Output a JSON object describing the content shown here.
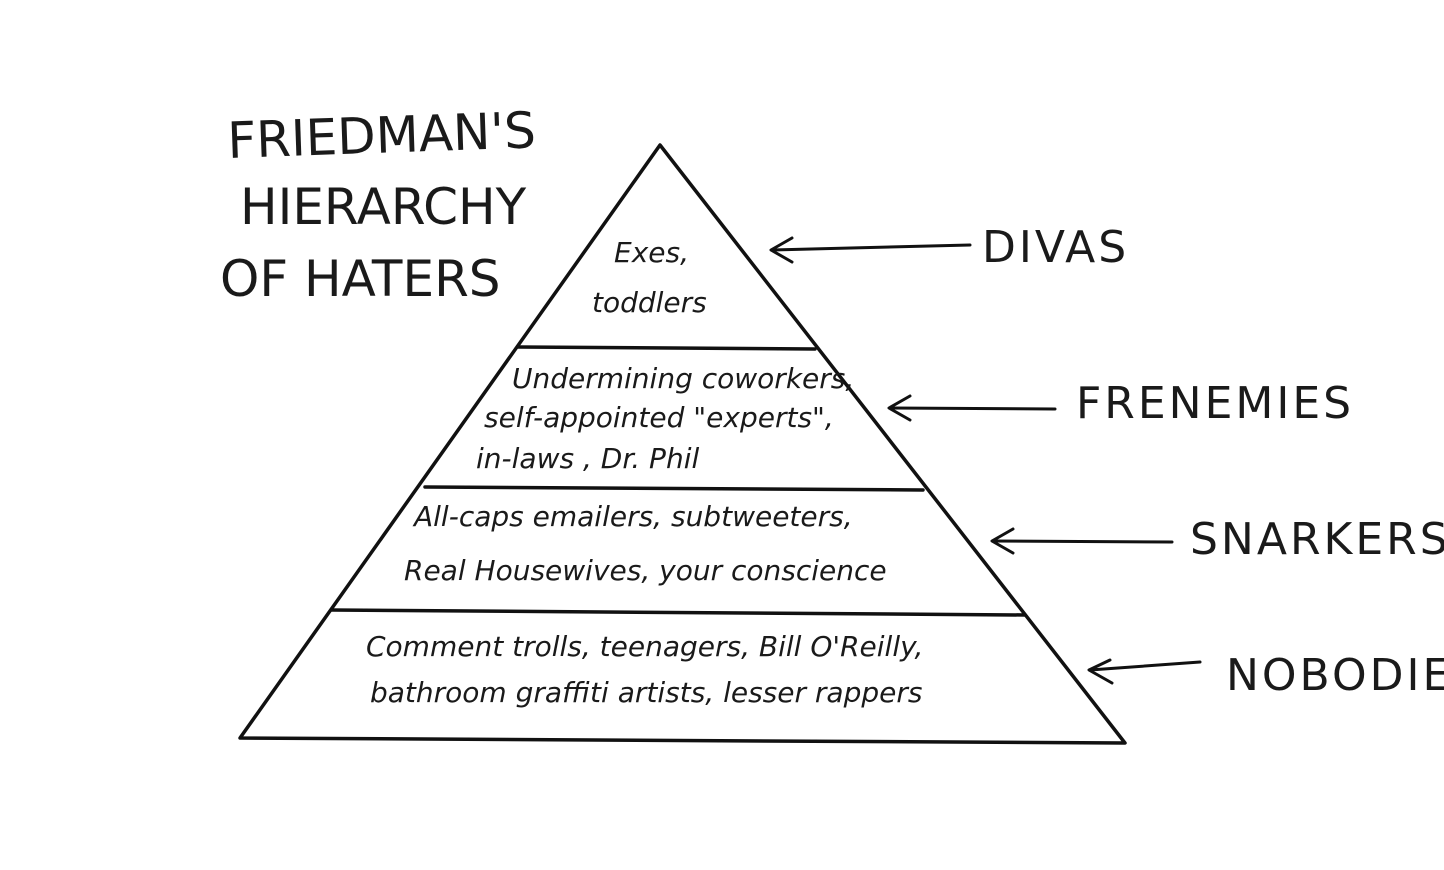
{
  "title_lines": [
    "FRIEDMAN'S",
    "HIERARCHY",
    "OF  HATERS"
  ],
  "tiers": [
    {
      "label": "DIVAS",
      "lines": [
        "Exes,",
        "toddlers"
      ]
    },
    {
      "label": "FRENEMIES",
      "lines": [
        "Undermining coworkers,",
        "self-appointed \"experts\",",
        "in-laws , Dr. Phil"
      ]
    },
    {
      "label": "SNARKERS",
      "lines": [
        "All-caps emailers, subtweeters,",
        "Real Housewives, your conscience"
      ]
    },
    {
      "label": "NOBODIES",
      "lines": [
        "Comment trolls, teenagers, Bill O'Reilly,",
        "bathroom graffiti artists, lesser rappers"
      ]
    }
  ],
  "colors": {
    "ink": "#111111",
    "paper": "#ffffff"
  }
}
